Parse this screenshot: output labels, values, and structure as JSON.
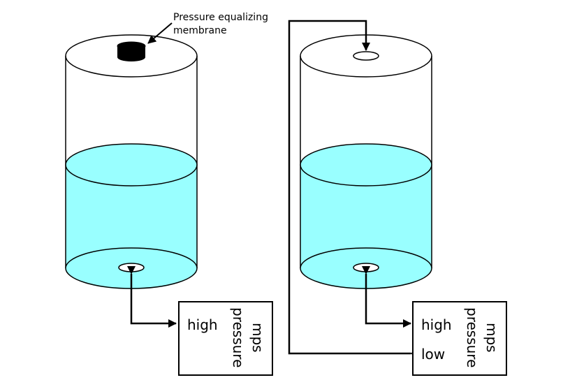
{
  "colors": {
    "water": "#99ffff",
    "outline": "#000000",
    "background": "#ffffff",
    "membrane": "#000000"
  },
  "left_tank": {
    "membrane_annotation": {
      "line1": "Pressure equalizing",
      "line2": "membrane"
    },
    "sensor": {
      "port_high": "high",
      "title_line1": "pressure",
      "title_line2": "mps"
    }
  },
  "right_tank": {
    "sensor": {
      "port_high": "high",
      "port_low": "low",
      "title_line1": "pressure",
      "title_line2": "mps"
    }
  }
}
